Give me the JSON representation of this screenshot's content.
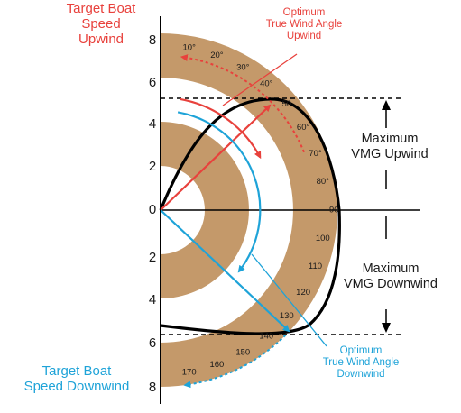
{
  "colors": {
    "ring": "#c4996a",
    "upwind": "#e8413c",
    "downwind": "#1ea3d8",
    "polar": "#000000",
    "text": "#1a1a1a"
  },
  "axis": {
    "ticks": [
      {
        "value": "8",
        "side": "up"
      },
      {
        "value": "6",
        "side": "up"
      },
      {
        "value": "4",
        "side": "up"
      },
      {
        "value": "2",
        "side": "up"
      },
      {
        "value": "0",
        "side": "center"
      },
      {
        "value": "2",
        "side": "down"
      },
      {
        "value": "4",
        "side": "down"
      },
      {
        "value": "6",
        "side": "down"
      },
      {
        "value": "8",
        "side": "down"
      }
    ]
  },
  "angles": [
    "10°",
    "20°",
    "30°",
    "40°",
    "50",
    "60°",
    "70°",
    "80°",
    "90",
    "100",
    "110",
    "120",
    "130",
    "140",
    "150",
    "160",
    "170"
  ],
  "labels": {
    "target_upwind": [
      "Target Boat",
      "Speed",
      "Upwind"
    ],
    "target_downwind": [
      "Target Boat",
      "Speed Downwind"
    ],
    "optimum_upwind": [
      "Optimum",
      "True Wind Angle",
      "Upwind"
    ],
    "optimum_downwind": [
      "Optimum",
      "True Wind Angle",
      "Downwind"
    ],
    "max_vmg_upwind": [
      "Maximum",
      "VMG Upwind"
    ],
    "max_vmg_downwind": [
      "Maximum",
      "VMG Downwind"
    ]
  }
}
